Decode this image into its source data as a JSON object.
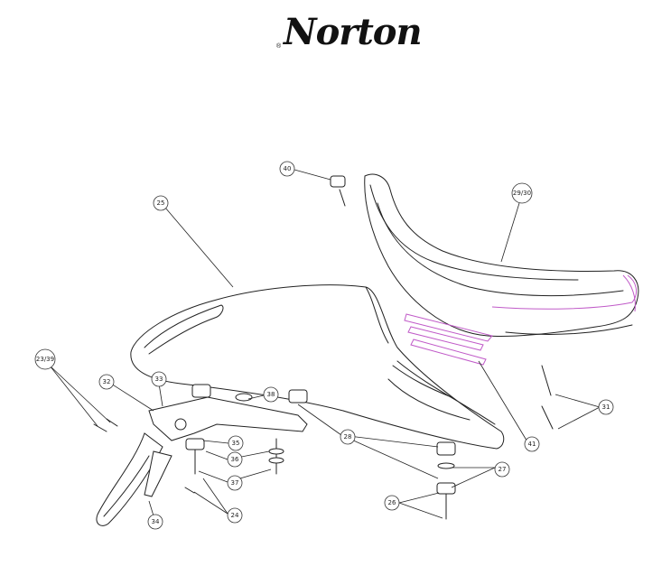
{
  "brand": {
    "logo_text": "Norton",
    "registered_mark": "®"
  },
  "callouts": [
    {
      "id": "c40",
      "label": "40"
    },
    {
      "id": "c25",
      "label": "25"
    },
    {
      "id": "c29-30",
      "label": "29/30"
    },
    {
      "id": "c23-39",
      "label": "23/39"
    },
    {
      "id": "c32",
      "label": "32"
    },
    {
      "id": "c33",
      "label": "33"
    },
    {
      "id": "c38",
      "label": "38"
    },
    {
      "id": "c35",
      "label": "35"
    },
    {
      "id": "c36",
      "label": "36"
    },
    {
      "id": "c37",
      "label": "37"
    },
    {
      "id": "c28",
      "label": "28"
    },
    {
      "id": "c27",
      "label": "27"
    },
    {
      "id": "c26",
      "label": "26"
    },
    {
      "id": "c24",
      "label": "24"
    },
    {
      "id": "c34",
      "label": "34"
    },
    {
      "id": "c31",
      "label": "31"
    },
    {
      "id": "c41",
      "label": "41"
    }
  ],
  "colors": {
    "line": "#222222",
    "highlight": "#c05ac8",
    "background": "#ffffff"
  }
}
